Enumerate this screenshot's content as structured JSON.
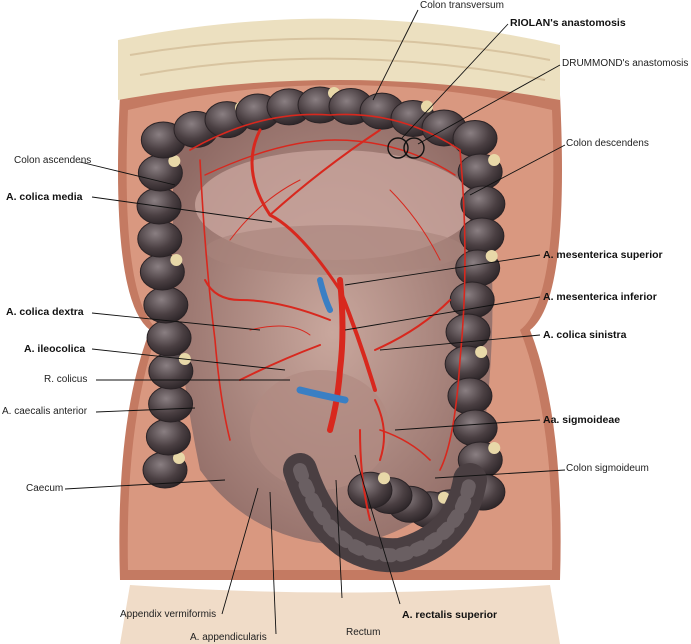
{
  "labels": {
    "colon_transversum": "Colon transversum",
    "riolan": "RIOLAN's anastomosis",
    "drummond": "DRUMMOND's anastomosis",
    "colon_ascendens": "Colon ascendens",
    "colon_descendens": "Colon descendens",
    "a_colica_media": "A. colica media",
    "a_mesenterica_superior": "A. mesenterica superior",
    "a_mesenterica_inferior": "A. mesenterica inferior",
    "a_colica_dextra": "A. colica dextra",
    "a_colica_sinistra": "A. colica sinistra",
    "a_ileocolica": "A. ileocolica",
    "r_colicus": "R. colicus",
    "a_caecalis_anterior": "A. caecalis anterior",
    "aa_sigmoideae": "Aa. sigmoideae",
    "caecum": "Caecum",
    "colon_sigmoideum": "Colon sigmoideum",
    "appendix_vermiformis": "Appendix vermiformis",
    "rectum": "Rectum",
    "a_rectalis_superior": "A. rectalis superior",
    "a_appendicularis": "A. appendicularis"
  },
  "colors": {
    "artery": "#d8281e",
    "vein": "#3a7fc4",
    "colon": "#4a3f42",
    "wall": "#c87a62",
    "mesentery": "#b89088",
    "fat": "#e8d8a8"
  }
}
